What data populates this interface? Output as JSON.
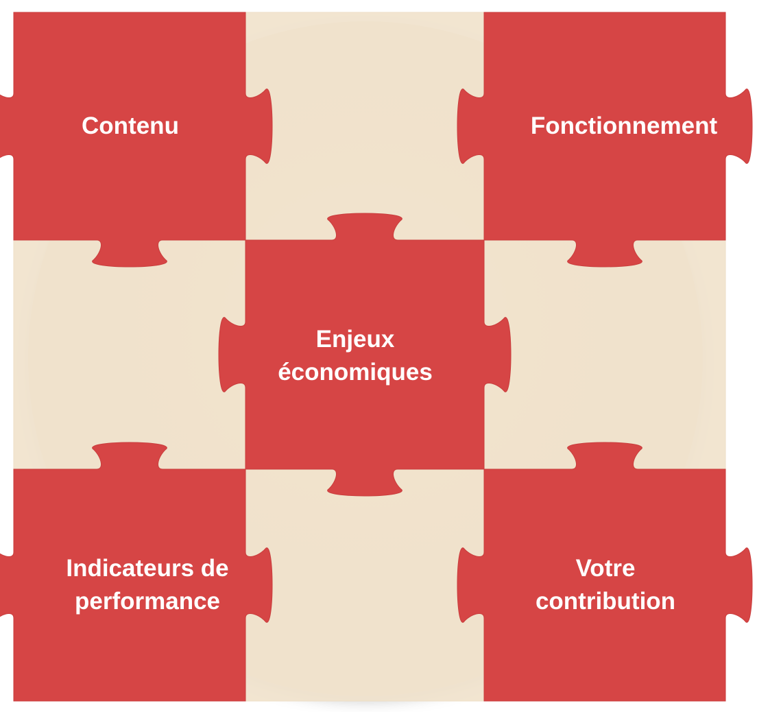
{
  "colors": {
    "piece_red": "#d64545",
    "piece_beige": "#f1e3cd",
    "circle_beige": "#f2e4cf",
    "label_text": "#ffffff"
  },
  "pieces": {
    "top_left": {
      "label_lines": [
        "Contenu"
      ]
    },
    "top_right": {
      "label_lines": [
        "Fonctionnement"
      ]
    },
    "center": {
      "label_lines": [
        "Enjeux",
        "économiques"
      ]
    },
    "bottom_left": {
      "label_lines": [
        "Indicateurs de",
        "performance"
      ]
    },
    "bottom_right": {
      "label_lines": [
        "Votre",
        "contribution"
      ]
    }
  }
}
